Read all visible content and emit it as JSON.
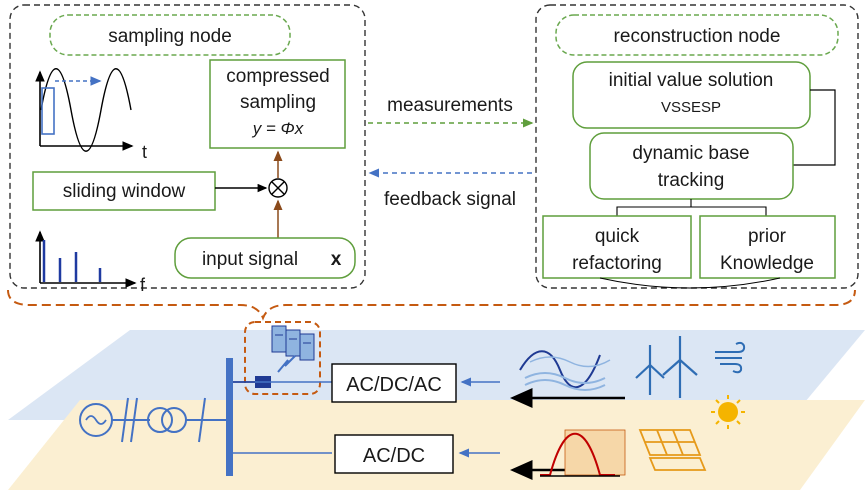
{
  "sampling_node": {
    "title": "sampling node",
    "compressed_sampling_line1": "compressed",
    "compressed_sampling_line2": "sampling",
    "equation": "y = Φx",
    "sliding_window": "sliding window",
    "input_signal": "input signal",
    "input_signal_symbol": "x",
    "axis_t": "t",
    "axis_f": "f"
  },
  "links": {
    "measurements": "measurements",
    "feedback_signal": "feedback signal"
  },
  "reconstruction_node": {
    "title": "reconstruction node",
    "initial_value_line1": "initial value solution",
    "initial_value_line2": "VSSESP",
    "dynamic_base_line1": "dynamic base",
    "dynamic_base_line2": "tracking",
    "quick_line1": "quick",
    "quick_line2": "refactoring",
    "prior_line1": "prior",
    "prior_line2": "Knowledge"
  },
  "power_system": {
    "converter_top": "AC/DC/AC",
    "converter_bottom": "AC/DC"
  },
  "colors": {
    "green": "#5f9e3c",
    "dashed_green": "#6aa84f",
    "blue": "#4472c4",
    "dark_blue": "#1f3a93",
    "orange": "#c55a11",
    "band_blue": "#dbe6f4",
    "band_yellow": "#fbefd2"
  }
}
